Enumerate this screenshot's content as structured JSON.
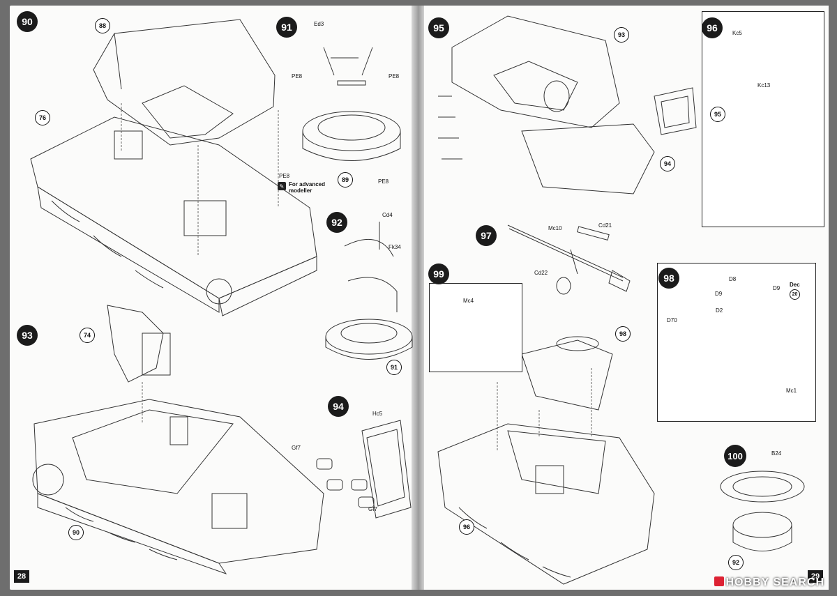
{
  "pages": {
    "left_number": "28",
    "right_number": "29"
  },
  "steps": {
    "s90": "90",
    "s91": "91",
    "s92": "92",
    "s93": "93",
    "s94": "94",
    "s95": "95",
    "s96": "96",
    "s97": "97",
    "s98": "98",
    "s99": "99",
    "s100": "100"
  },
  "callouts": {
    "c88": "88",
    "c76": "76",
    "c89": "89",
    "c91": "91",
    "c74": "74",
    "c90": "90",
    "c93": "93",
    "c94": "94",
    "c95": "95",
    "c98": "98",
    "c96": "96",
    "c92": "92"
  },
  "parts": {
    "ed3": "Ed3",
    "pe8_a": "PE8",
    "pe8_b": "PE8",
    "pe8_c": "PE8",
    "pe8_d": "PE8",
    "cd4": "Cd4",
    "fk34": "Fk34",
    "hc5": "Hc5",
    "gf7_a": "Gf7",
    "gf7_b": "Gf7",
    "kc5": "Kc5",
    "kc13": "Kc13",
    "mc10": "Mc10",
    "cd21": "Cd21",
    "cd22": "Cd22",
    "mc4": "Mc4",
    "d8": "D8",
    "d9_a": "D9",
    "d9_b": "D9",
    "dec": "Dec",
    "dec_num": "20",
    "d2": "D2",
    "d70": "D70",
    "mc1": "Mc1",
    "b24": "B24"
  },
  "advanced": {
    "line1": "For advanced",
    "line2": "modeller"
  },
  "watermark": "HOBBY SEARCH"
}
